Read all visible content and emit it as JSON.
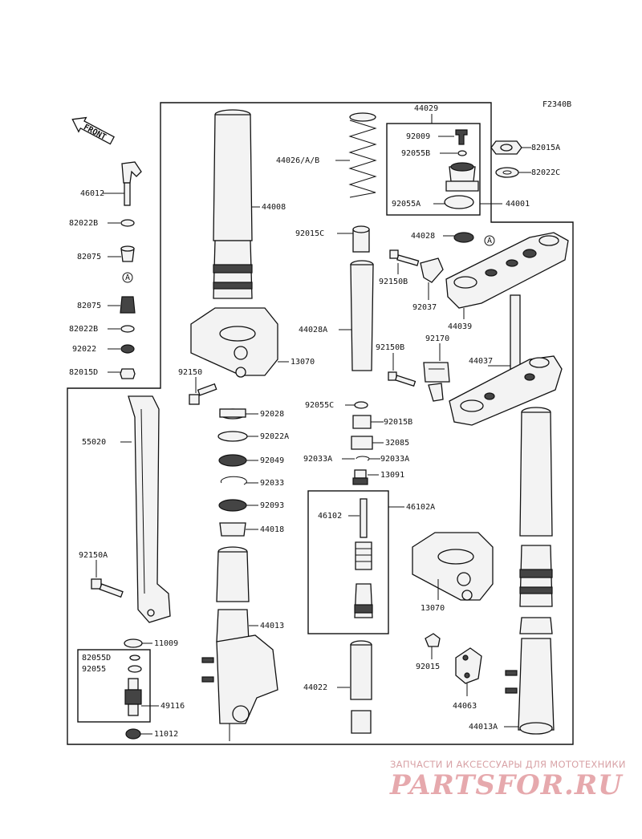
{
  "diagram": {
    "code": "F2340B",
    "front_arrow": "FRONT",
    "parts": {
      "p44029": "44029",
      "p82015A": "82015A",
      "p92009": "92009",
      "p82022C": "82022C",
      "p92055B": "92055B",
      "p44026": "44026/A/B",
      "p44008": "44008",
      "p92055A": "92055A",
      "p44001": "44001",
      "p46012": "46012",
      "p82022B_1": "82022B",
      "p92015C": "92015C",
      "p44028": "44028",
      "p82075_1": "82075",
      "p92150B_1": "92150B",
      "p92037": "92037",
      "p82075_2": "82075",
      "p44039": "44039",
      "p82022B_2": "82022B",
      "p44028A": "44028A",
      "p92170": "92170",
      "p92022": "92022",
      "p92150B_2": "92150B",
      "p44037": "44037",
      "p13070_1": "13070",
      "p82015D": "82015D",
      "p92150": "92150",
      "p92055C": "92055C",
      "p92028": "92028",
      "p92015B": "92015B",
      "p55020": "55020",
      "p92022A": "92022A",
      "p32085": "32085",
      "p92033A_1": "92033A",
      "p92049": "92049",
      "p92033A_2": "92033A",
      "p13091": "13091",
      "p92033": "92033",
      "p46102A": "46102A",
      "p46102": "46102",
      "p92093": "92093",
      "p44018": "44018",
      "p92150A": "92150A",
      "p13070_2": "13070",
      "p44013": "44013",
      "p11009": "11009",
      "p82055D": "82055D",
      "p92015": "92015",
      "p92055": "92055",
      "p44022": "44022",
      "p44063": "44063",
      "p49116": "49116",
      "p11012": "11012",
      "p44013A": "44013A"
    }
  },
  "watermark": {
    "tagline": "ЗАПЧАСТИ И АКСЕССУАРЫ ДЛЯ МОТОТЕХНИКИ",
    "logo": "PARTSFOR.RU"
  }
}
